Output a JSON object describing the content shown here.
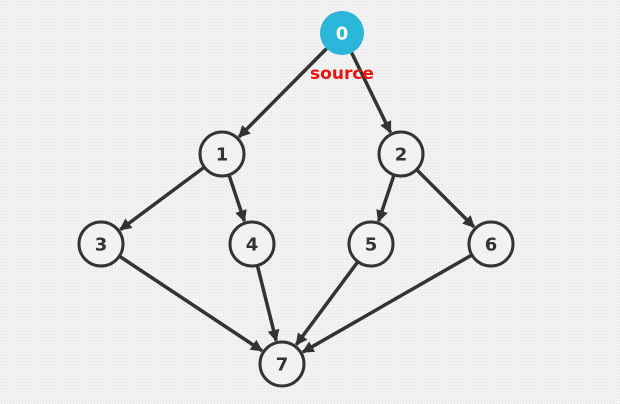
{
  "diagram": {
    "type": "directed-graph",
    "colors": {
      "edge": "#333333",
      "node_fill": "#f2f2f2",
      "node_stroke": "#333333",
      "node_text": "#333333",
      "source_fill": "#29b6d8",
      "source_text": "#ffffff",
      "source_label": "#ee1111"
    },
    "source_node": "0",
    "source_label": "source",
    "nodes": [
      {
        "id": "0",
        "label": "0"
      },
      {
        "id": "1",
        "label": "1"
      },
      {
        "id": "2",
        "label": "2"
      },
      {
        "id": "3",
        "label": "3"
      },
      {
        "id": "4",
        "label": "4"
      },
      {
        "id": "5",
        "label": "5"
      },
      {
        "id": "6",
        "label": "6"
      },
      {
        "id": "7",
        "label": "7"
      }
    ],
    "edges": [
      {
        "from": "0",
        "to": "1"
      },
      {
        "from": "0",
        "to": "2"
      },
      {
        "from": "1",
        "to": "3"
      },
      {
        "from": "1",
        "to": "4"
      },
      {
        "from": "2",
        "to": "5"
      },
      {
        "from": "2",
        "to": "6"
      },
      {
        "from": "3",
        "to": "7"
      },
      {
        "from": "4",
        "to": "7"
      },
      {
        "from": "5",
        "to": "7"
      },
      {
        "from": "6",
        "to": "7"
      }
    ]
  }
}
